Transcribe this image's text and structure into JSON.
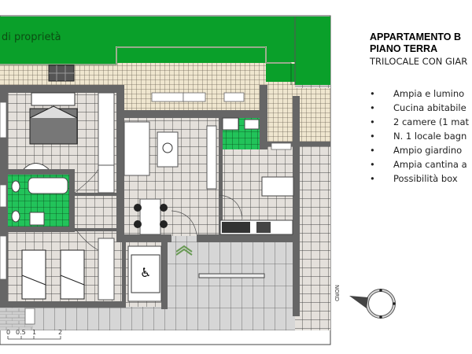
{
  "plan": {
    "garden_label": "di proprietà",
    "colors": {
      "garden": "#0aa02a",
      "bathroom_tiles": "#22c35a",
      "walls": "#666666",
      "terrace": "#efe6cf",
      "floor": "#e4e0db"
    }
  },
  "info": {
    "title": "APPARTAMENTO B",
    "floor": "PIANO TERRA",
    "type": "TRILOCALE CON GIAR",
    "bullet": "•",
    "features": [
      "Ampia e lumino",
      "Cucina abitabile",
      "2 camere (1 mat",
      "N. 1 locale bagn",
      "Ampio giardino",
      "Ampia cantina a",
      "Possibilità box"
    ]
  },
  "scale_bar": {
    "ticks": [
      "0",
      "0.5",
      "1",
      "2"
    ]
  },
  "compass": {
    "label": "NORD",
    "icon": "north-compass-icon"
  },
  "accessibility_icon": "wheelchair-icon"
}
